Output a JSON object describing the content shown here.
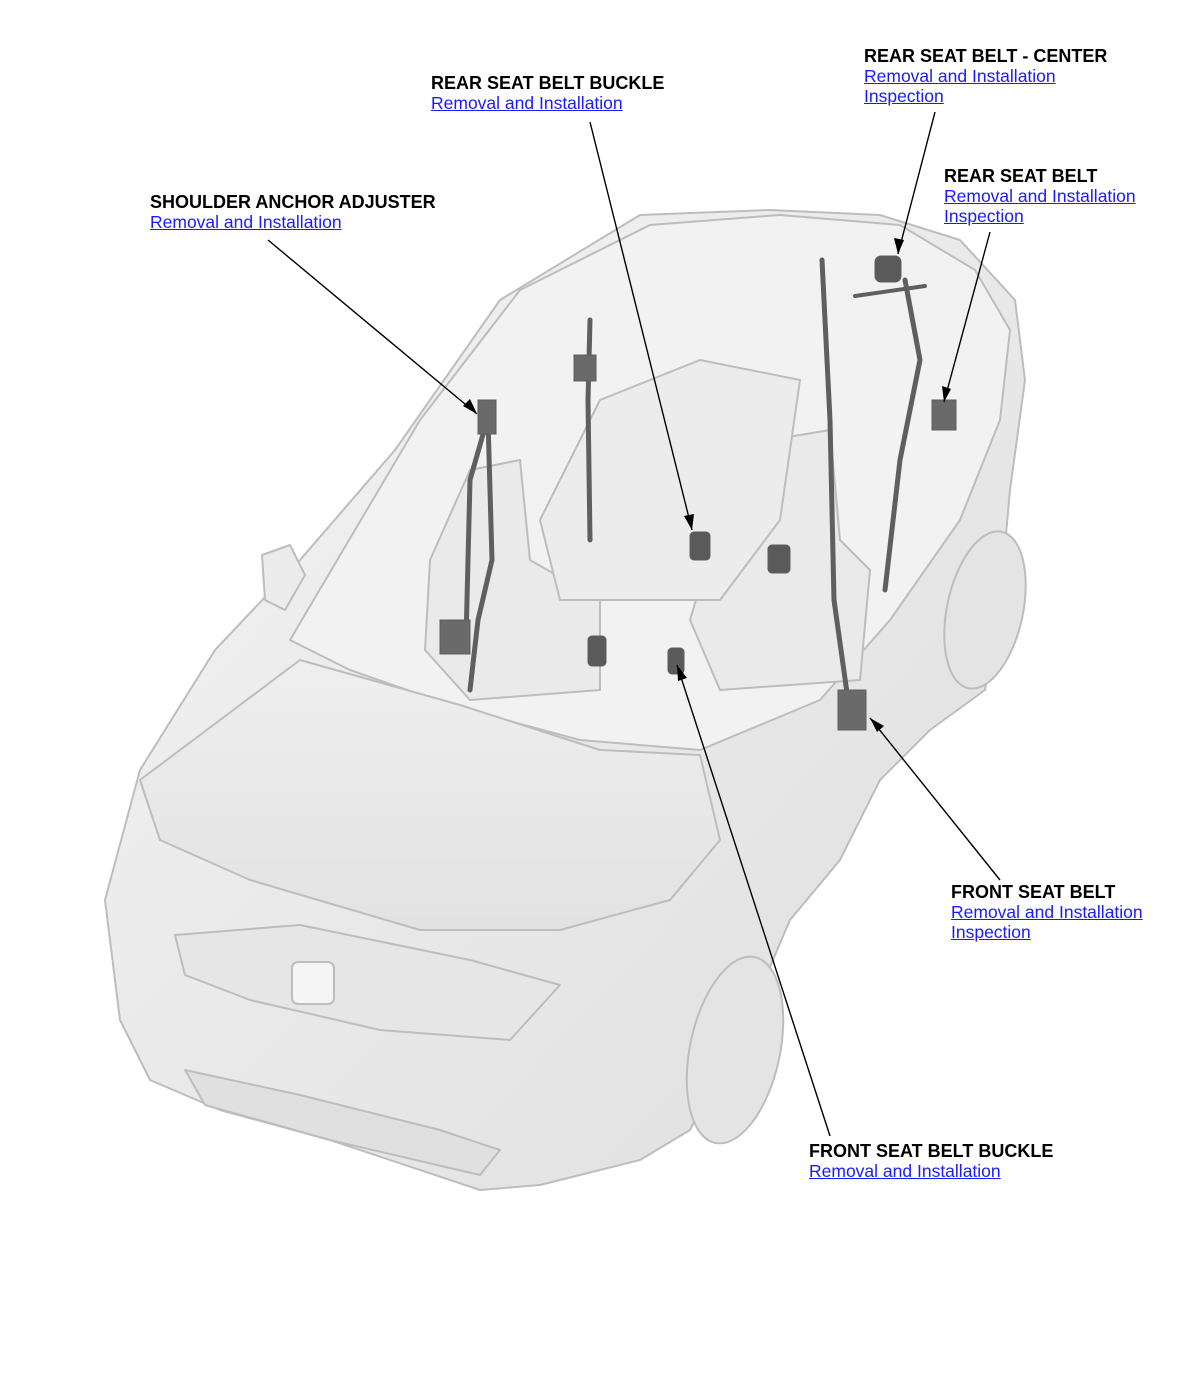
{
  "callouts": {
    "rear_seat_belt_center": {
      "title": "REAR SEAT BELT - CENTER",
      "links": [
        "Removal and Installation",
        "Inspection"
      ]
    },
    "rear_seat_belt_buckle": {
      "title": "REAR SEAT BELT BUCKLE",
      "links": [
        "Removal and Installation"
      ]
    },
    "rear_seat_belt": {
      "title": "REAR SEAT BELT",
      "links": [
        "Removal and Installation",
        "Inspection"
      ]
    },
    "shoulder_anchor_adjuster": {
      "title": "SHOULDER ANCHOR ADJUSTER",
      "links": [
        "Removal and Installation"
      ]
    },
    "front_seat_belt": {
      "title": "FRONT SEAT BELT",
      "links": [
        "Removal and Installation",
        "Inspection"
      ]
    },
    "front_seat_belt_buckle": {
      "title": "FRONT SEAT BELT BUCKLE",
      "links": [
        "Removal and Installation"
      ]
    }
  },
  "colors": {
    "link": "#1a1aff",
    "title": "#000000",
    "car_body": "#ebebeb",
    "car_outline": "#b9b9b9",
    "belt": "#5f5f5f"
  }
}
